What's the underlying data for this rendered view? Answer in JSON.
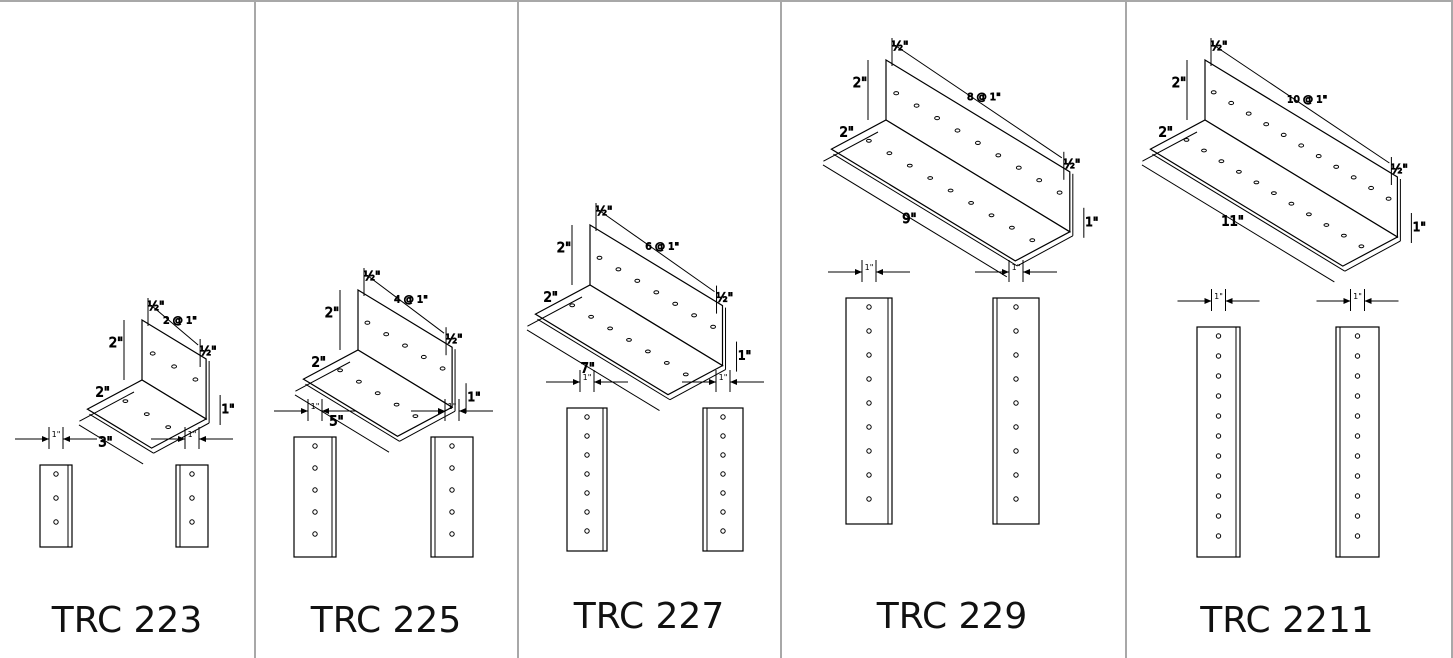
{
  "panels": [
    {
      "model": "TRC 223",
      "holes": 3,
      "dim_length": "3\"",
      "dim_spacing": "2 @ 1\"",
      "dim_height": "2\"",
      "dim_width": "2\"",
      "dim_half": "½\"",
      "dim_end": "1\"",
      "dim_strip": "1\""
    },
    {
      "model": "TRC 225",
      "holes": 5,
      "dim_length": "5\"",
      "dim_spacing": "4 @ 1\"",
      "dim_height": "2\"",
      "dim_width": "2\"",
      "dim_half": "½\"",
      "dim_end": "1\"",
      "dim_strip": "1\""
    },
    {
      "model": "TRC 227",
      "holes": 7,
      "dim_length": "7\"",
      "dim_spacing": "6 @ 1\"",
      "dim_height": "2\"",
      "dim_width": "2\"",
      "dim_half": "½\"",
      "dim_end": "1\"",
      "dim_strip": "1\""
    },
    {
      "model": "TRC 229",
      "holes": 9,
      "dim_length": "9\"",
      "dim_spacing": "8 @ 1\"",
      "dim_height": "2\"",
      "dim_width": "2\"",
      "dim_half": "½\"",
      "dim_end": "1\"",
      "dim_strip": "1\""
    },
    {
      "model": "TRC 2211",
      "holes": 11,
      "dim_length": "11\"",
      "dim_spacing": "10 @ 1\"",
      "dim_height": "2\"",
      "dim_width": "2\"",
      "dim_half": "½\"",
      "dim_end": "1\"",
      "dim_strip": "1\""
    }
  ]
}
